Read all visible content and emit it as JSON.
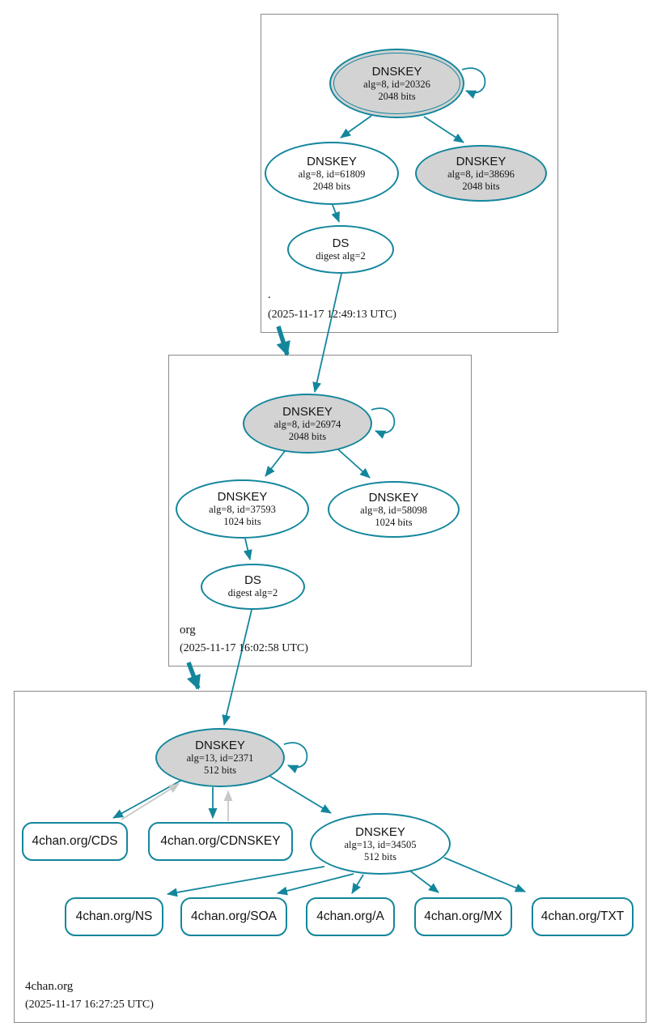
{
  "diagram": {
    "type": "dnssec-authentication-chain",
    "colors": {
      "edge_secure": "#13869c",
      "edge_gray": "#c8c8c8",
      "node_fill_ksk": "#d3d3d3",
      "node_fill_plain": "#ffffff",
      "zone_box_border": "#8a8a8a"
    },
    "zones": [
      {
        "name": ".",
        "timestamp": "(2025-11-17 12:49:13 UTC)",
        "nodes": {
          "ksk": {
            "title": "DNSKEY",
            "detail1": "alg=8, id=20326",
            "detail2": "2048 bits"
          },
          "zsk": {
            "title": "DNSKEY",
            "detail1": "alg=8, id=61809",
            "detail2": "2048 bits"
          },
          "key3": {
            "title": "DNSKEY",
            "detail1": "alg=8, id=38696",
            "detail2": "2048 bits"
          },
          "ds": {
            "title": "DS",
            "detail1": "digest alg=2"
          }
        }
      },
      {
        "name": "org",
        "timestamp": "(2025-11-17 16:02:58 UTC)",
        "nodes": {
          "ksk": {
            "title": "DNSKEY",
            "detail1": "alg=8, id=26974",
            "detail2": "2048 bits"
          },
          "zsk": {
            "title": "DNSKEY",
            "detail1": "alg=8, id=37593",
            "detail2": "1024 bits"
          },
          "key3": {
            "title": "DNSKEY",
            "detail1": "alg=8, id=58098",
            "detail2": "1024 bits"
          },
          "ds": {
            "title": "DS",
            "detail1": "digest alg=2"
          }
        }
      },
      {
        "name": "4chan.org",
        "timestamp": "(2025-11-17 16:27:25 UTC)",
        "nodes": {
          "ksk": {
            "title": "DNSKEY",
            "detail1": "alg=13, id=2371",
            "detail2": "512 bits"
          },
          "zsk": {
            "title": "DNSKEY",
            "detail1": "alg=13, id=34505",
            "detail2": "512 bits"
          }
        },
        "records": {
          "cds": "4chan.org/CDS",
          "cdnskey": "4chan.org/CDNSKEY",
          "ns": "4chan.org/NS",
          "soa": "4chan.org/SOA",
          "a": "4chan.org/A",
          "mx": "4chan.org/MX",
          "txt": "4chan.org/TXT"
        }
      }
    ]
  }
}
